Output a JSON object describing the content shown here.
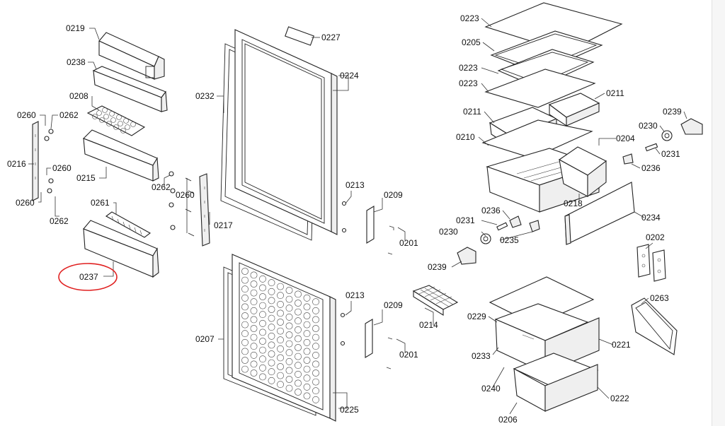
{
  "diagram": {
    "highlight_color": "#e02020",
    "highlighted_label": "0237",
    "labels": [
      "0219",
      "0238",
      "0208",
      "0260",
      "0262",
      "0216",
      "0260",
      "0260",
      "0262",
      "0215",
      "0261",
      "0237",
      "0262",
      "0260",
      "0217",
      "0232",
      "0227",
      "0224",
      "0213",
      "0209",
      "0201",
      "0207",
      "0213",
      "0209",
      "0201",
      "0225",
      "0223",
      "0205",
      "0223",
      "0223",
      "0211",
      "0211",
      "0210",
      "0204",
      "0239",
      "0230",
      "0231",
      "0236",
      "0218",
      "0234",
      "0236",
      "0231",
      "0230",
      "0235",
      "0239",
      "0202",
      "0214",
      "0229",
      "0233",
      "0240",
      "0221",
      "0222",
      "0206",
      "0263"
    ]
  }
}
